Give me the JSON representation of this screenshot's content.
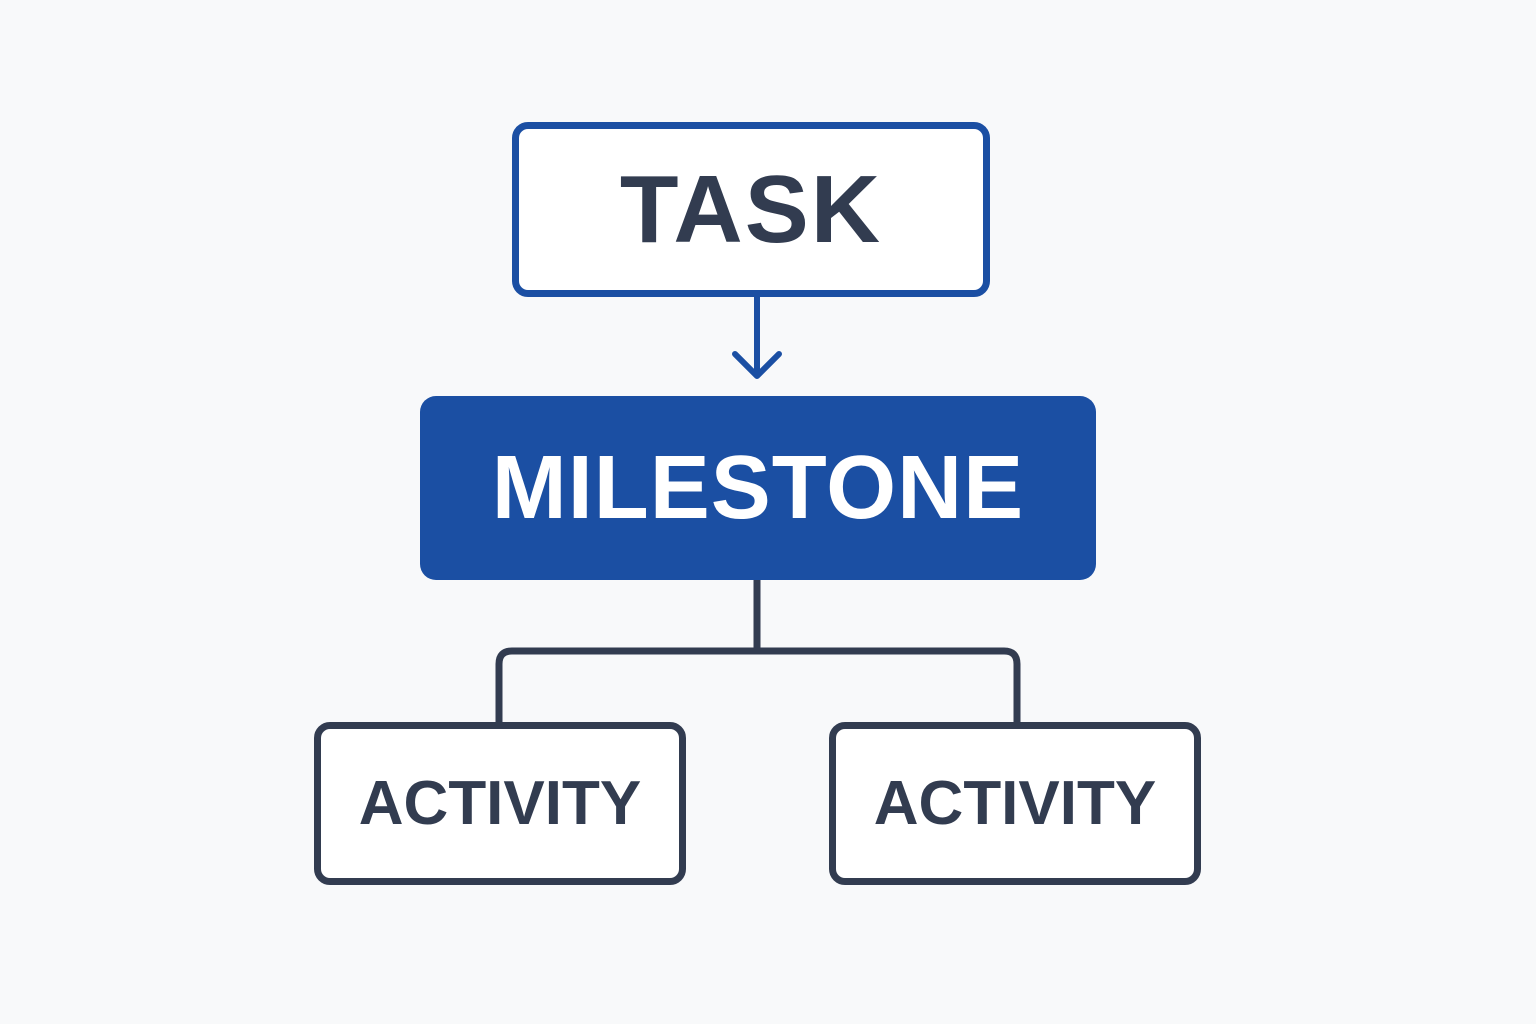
{
  "diagram": {
    "nodes": {
      "task": {
        "label": "TASK"
      },
      "milestone": {
        "label": "MILESTONE"
      },
      "activity_left": {
        "label": "ACTIVITY"
      },
      "activity_right": {
        "label": "ACTIVITY"
      }
    },
    "edges": [
      {
        "from": "task",
        "to": "milestone",
        "style": "arrow"
      },
      {
        "from": "milestone",
        "to": "activity_left",
        "style": "line"
      },
      {
        "from": "milestone",
        "to": "activity_right",
        "style": "line"
      }
    ],
    "colors": {
      "primary_blue": "#1b4fa3",
      "dark_slate": "#323c50",
      "background": "#f8f9fa"
    }
  }
}
